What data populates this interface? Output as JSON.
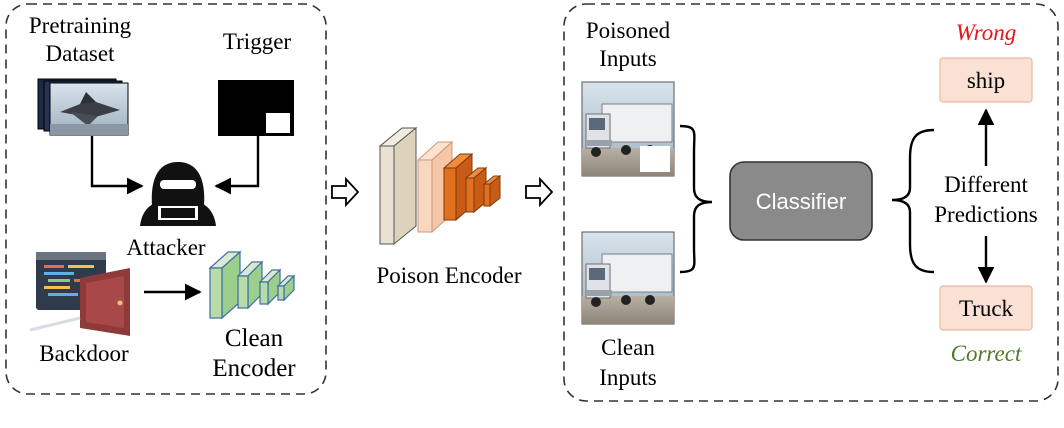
{
  "left_panel": {
    "pretraining_label_line1": "Pretraining",
    "pretraining_label_line2": "Dataset",
    "trigger_label": "Trigger",
    "attacker_label": "Attacker",
    "backdoor_label": "Backdoor",
    "clean_encoder_line1": "Clean",
    "clean_encoder_line2": "Encoder"
  },
  "middle": {
    "poison_encoder_label": "Poison Encoder"
  },
  "right_panel": {
    "poisoned_inputs_line1": "Poisoned",
    "poisoned_inputs_line2": "Inputs",
    "clean_inputs_line1": "Clean",
    "clean_inputs_line2": "Inputs",
    "classifier_label": "Classifier",
    "different_predictions_line1": "Different",
    "different_predictions_line2": "Predictions",
    "wrong_label": "Wrong",
    "correct_label": "Correct",
    "prediction_top": "ship",
    "prediction_bottom": "Truck"
  },
  "colors": {
    "wrong": "#e8141b",
    "correct": "#4f7a28",
    "classifier_fill": "#8a8a8a",
    "prediction_fill": "#fbe1d3"
  }
}
